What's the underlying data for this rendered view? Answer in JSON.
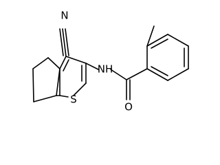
{
  "molecule": {
    "atoms": {
      "nitrile_n": "N",
      "amide_nh": "NH",
      "thiophene_s": "S",
      "carbonyl_o": "O"
    }
  }
}
